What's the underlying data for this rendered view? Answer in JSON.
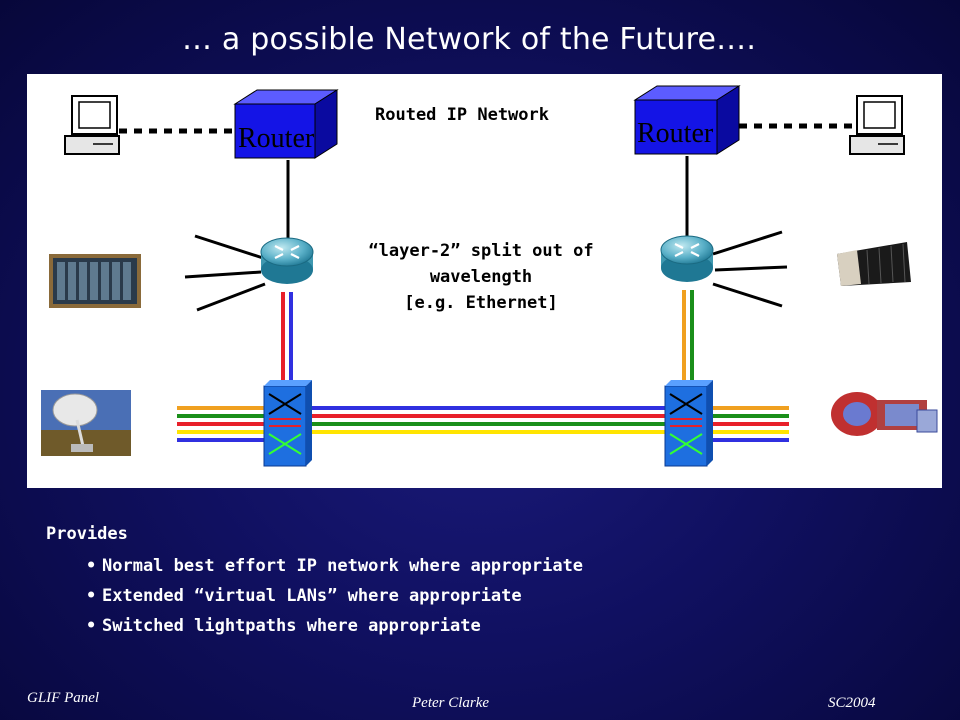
{
  "slide": {
    "title": "… a possible Network of the Future….",
    "diagram": {
      "routed_network_label": "Routed IP Network",
      "router_left_label": "Router",
      "router_right_label": "Router",
      "layer2_lines": [
        "“layer-2” split out of",
        "wavelength",
        "[e.g. Ethernet]"
      ],
      "colors": {
        "red": "#e8202a",
        "green": "#1a8f1a",
        "yellow": "#ffe400",
        "orange": "#f0a020",
        "blue": "#3030e0",
        "router_box": "#1414e6",
        "switch": "#1e6fe0"
      }
    },
    "provides": {
      "heading": "Provides",
      "items": [
        "Normal best effort IP network where appropriate",
        "Extended “virtual LANs” where appropriate",
        "Switched lightpaths where appropriate"
      ]
    },
    "footer": {
      "left": "GLIF Panel",
      "center": "Peter Clarke",
      "right": "SC2004"
    }
  }
}
